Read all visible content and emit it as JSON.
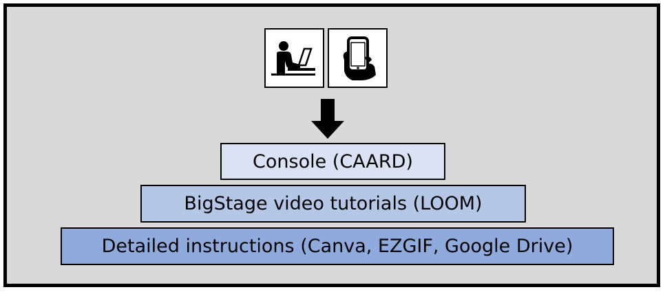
{
  "icons": {
    "left": "person-at-laptop-icon",
    "right": "hand-holding-phone-icon",
    "arrow": "arrow-down-icon"
  },
  "tiers": [
    {
      "label": "Console (CAARD)",
      "color": "#dae3f3"
    },
    {
      "label": "BigStage video tutorials (LOOM)",
      "color": "#b4c7e7"
    },
    {
      "label": "Detailed instructions (Canva, EZGIF, Google Drive)",
      "color": "#8faadc"
    }
  ],
  "colors": {
    "background": "#d9d9d9",
    "border": "#000000"
  }
}
